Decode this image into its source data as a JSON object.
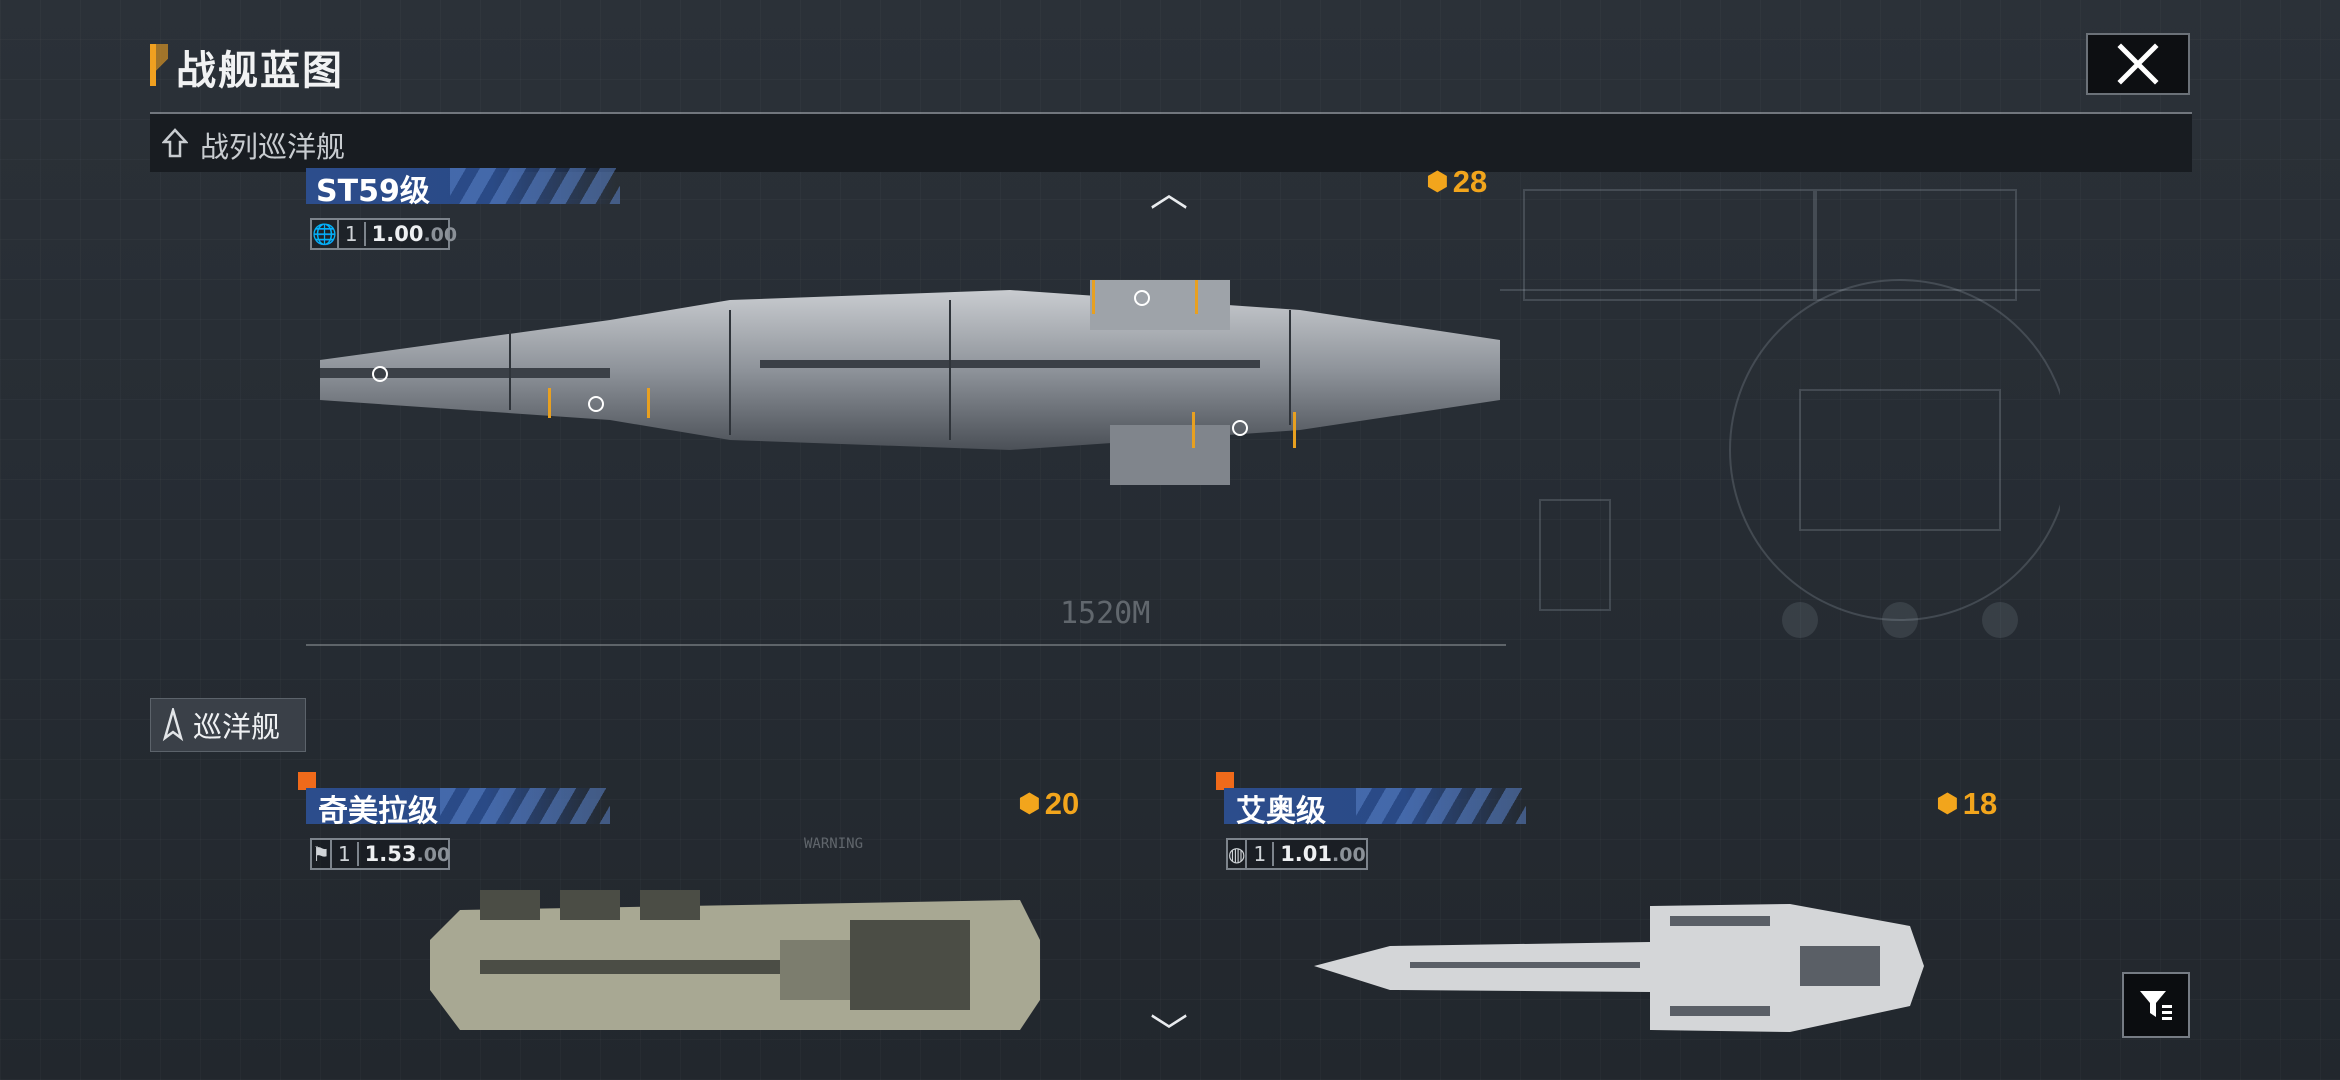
{
  "header": {
    "title": "战舰蓝图",
    "close_icon": "close-icon"
  },
  "category": {
    "label": "战列巡洋舰",
    "icon": "battlecruiser-icon"
  },
  "featured_ship": {
    "name": "ST59级",
    "cost": "28",
    "level": "1",
    "value_main": "1.00",
    "value_sub": ".00",
    "stat_icon": "globe-icon"
  },
  "subcategory": {
    "label": "巡洋舰",
    "icon": "cruiser-icon"
  },
  "ships": [
    {
      "name": "奇美拉级",
      "cost": "20",
      "level": "1",
      "value_main": "1.53",
      "value_sub": ".00",
      "stat_icon": "faction-icon-1"
    },
    {
      "name": "艾奥级",
      "cost": "18",
      "level": "1",
      "value_main": "1.01",
      "value_sub": ".00",
      "stat_icon": "faction-icon-2"
    }
  ],
  "blueprint_text": {
    "length": "1520M",
    "warning": "WARNING"
  },
  "colors": {
    "accent": "#f0a020",
    "cost": "#f2a51c",
    "band": "#2c4d8c",
    "new_marker": "#f06a1a"
  }
}
